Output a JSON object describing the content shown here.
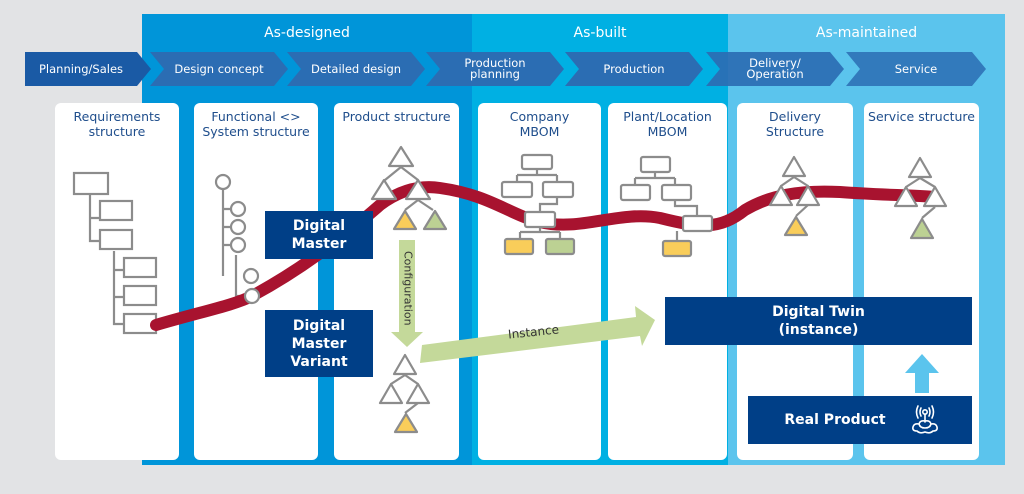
{
  "colors": {
    "background": "#e2e3e5",
    "as_designed": "#0095d9",
    "as_built": "#00b0e3",
    "as_maintained": "#5bc4ed",
    "stage_arrow": "#2b6db3",
    "stage_arrow_dark": "#1a5aa5",
    "dark_box": "#003f87",
    "thread": "#a8132f",
    "node_stroke": "#8c8c8c",
    "yellow_node": "#f9cd5a",
    "green_node": "#bcd193",
    "config_arrow": "#c4d99a",
    "up_arrow": "#5bc4ed"
  },
  "phases": [
    {
      "id": "as-designed",
      "label": "As-designed"
    },
    {
      "id": "as-built",
      "label": "As-built"
    },
    {
      "id": "as-maintained",
      "label": "As-maintained"
    }
  ],
  "stages": [
    {
      "label": "Planning/Sales"
    },
    {
      "label": "Design concept"
    },
    {
      "label": "Detailed design"
    },
    {
      "label": "Production\nplanning"
    },
    {
      "label": "Production"
    },
    {
      "label": "Delivery/\nOperation"
    },
    {
      "label": "Service"
    }
  ],
  "columns": [
    {
      "title": "Requirements\nstructure",
      "diagram": "indented-box-tree"
    },
    {
      "title": "Functional <>\nSystem structure",
      "diagram": "circle-tree"
    },
    {
      "title": "Product structure",
      "diagram": "triangle-tree"
    },
    {
      "title": "Company\nMBOM",
      "diagram": "box-tree"
    },
    {
      "title": "Plant/Location\nMBOM",
      "diagram": "box-tree"
    },
    {
      "title": "Delivery\nStructure",
      "diagram": "triangle-tree"
    },
    {
      "title": "Service structure",
      "diagram": "triangle-tree"
    }
  ],
  "boxes": {
    "digital_master": "Digital\nMaster",
    "digital_master_variant": "Digital\nMaster\nVariant",
    "digital_twin": "Digital Twin\n(instance)",
    "real_product": "Real Product"
  },
  "arrows": {
    "configuration": "Configuration",
    "instance": "Instance"
  },
  "icons": {
    "real_product_icon": "iot-cloud-antenna-icon"
  }
}
